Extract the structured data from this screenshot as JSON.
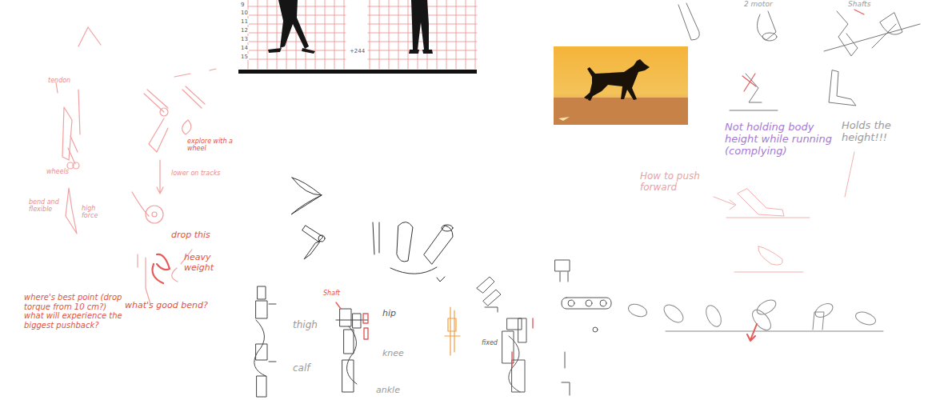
{
  "diagram": {
    "labels": [
      "tendon",
      "wheels",
      "bend and flexible",
      "high force",
      "explore with a wheel",
      "lower on tracks",
      "drop this",
      "heavy weight",
      "what's good bend?",
      "where's best point (drop torque from 10 cm?) what will experience the biggest pushback?",
      "thigh",
      "calf",
      "hip",
      "knee",
      "ankle",
      "Shaft",
      "fixed",
      "9",
      "10",
      "11",
      "12",
      "13",
      "14",
      "15",
      "+244",
      "2 motor",
      "Shafts",
      "Not holding body height while running (complying)",
      "Holds the height!!!",
      "How to push forward"
    ]
  }
}
